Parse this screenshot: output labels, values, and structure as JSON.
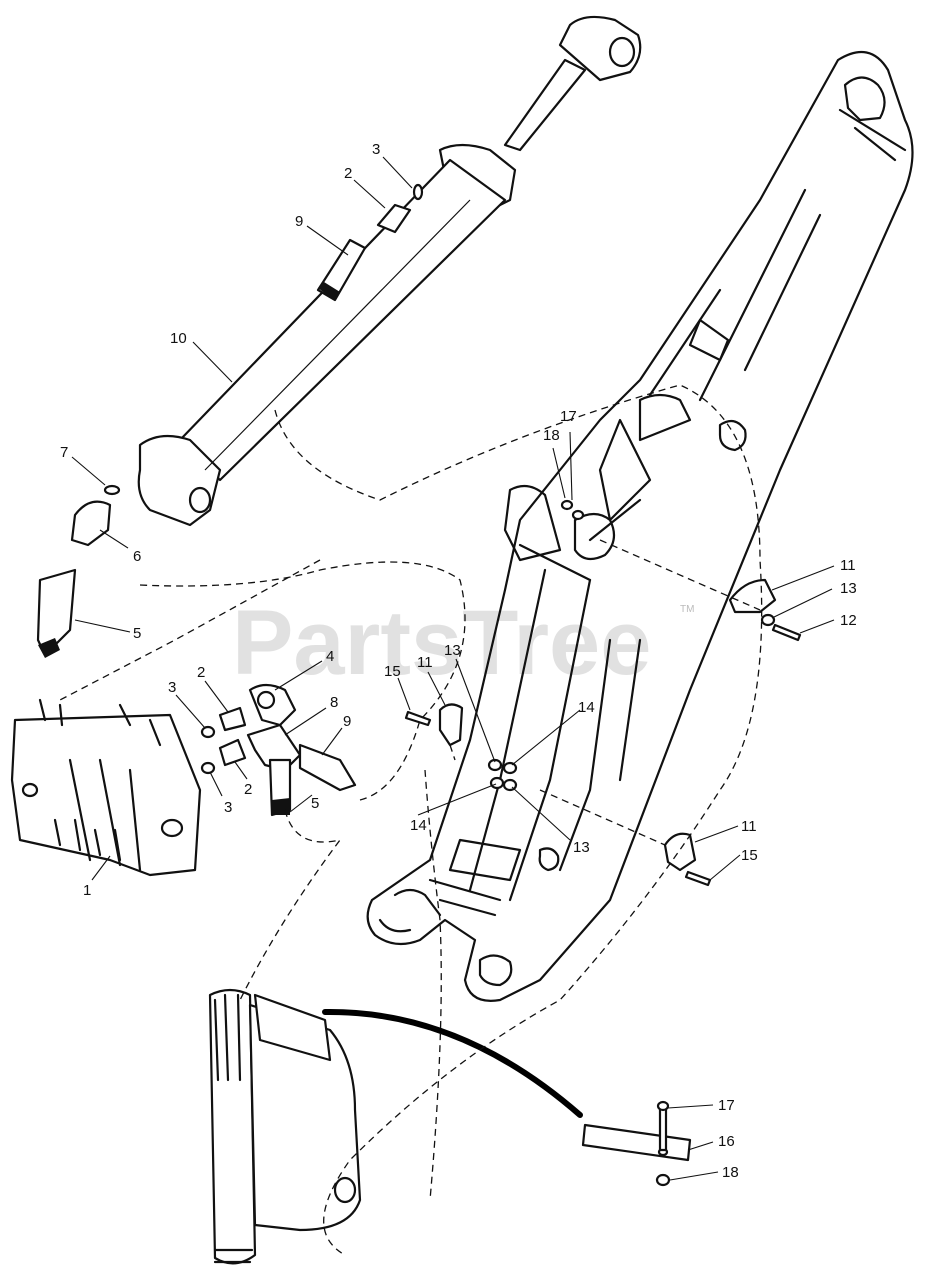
{
  "watermark": "PartsTree",
  "watermark_tm": "TM",
  "callouts": {
    "c3_top": "3",
    "c2_top": "2",
    "c9_top": "9",
    "c10": "10",
    "c7": "7",
    "c6": "6",
    "c5_left": "5",
    "c17_top": "17",
    "c18_top": "18",
    "c11_right": "11",
    "c13_right": "13",
    "c12": "12",
    "c4": "4",
    "c2_mid": "2",
    "c3_mid": "3",
    "c8": "8",
    "c9_mid": "9",
    "c15_left": "15",
    "c11_left": "11",
    "c13_left": "13",
    "c14_upper": "14",
    "c3_low": "3",
    "c2_low": "2",
    "c5_mid": "5",
    "c14_lower": "14",
    "c13_low": "13",
    "c1": "1",
    "c11_low": "11",
    "c15_right": "15",
    "c17_bottom": "17",
    "c16": "16",
    "c18_bottom": "18"
  }
}
